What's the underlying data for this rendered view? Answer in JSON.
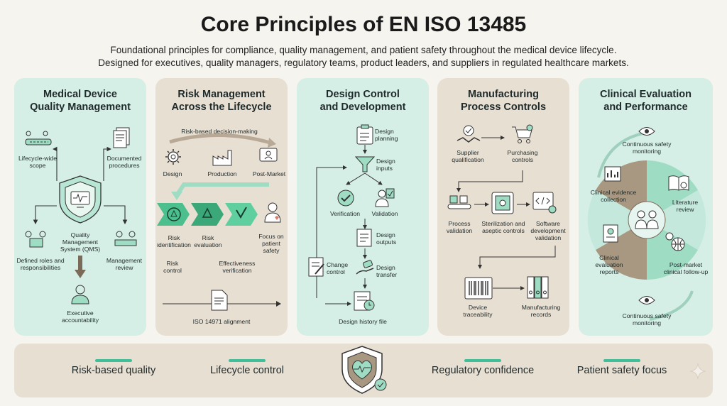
{
  "title": "Core Principles of EN ISO 13485",
  "subtitle": {
    "line1": "Foundational principles for compliance, quality management, and patient safety throughout the medical device lifecycle.",
    "line2": "Designed for executives, quality managers, regulatory teams, product leaders, and suppliers in regulated healthcare markets."
  },
  "colors": {
    "mint_panel": "#d6efe6",
    "tan_panel": "#e8dfd3",
    "accent": "#3fbf9a",
    "arrow": "#7a6a58"
  },
  "panels": [
    {
      "title_line1": "Medical Device",
      "title_line2": "Quality Management",
      "center_label": "Quality Management System (QMS)",
      "items": [
        "Lifecycle-wide scope",
        "Documented procedures",
        "Defined roles and responsibilities",
        "Management review",
        "Executive accountability"
      ]
    },
    {
      "title_line1": "Risk Management",
      "title_line2": "Across the Lifecycle",
      "banner": "Risk-based decision-making",
      "stages": [
        "Design",
        "Production",
        "Post-Market"
      ],
      "steps": [
        "Risk identification",
        "Risk evaluation",
        "Risk control",
        "Effectiveness verification",
        "Focus on patient safety"
      ],
      "alignment": "ISO 14971 alignment"
    },
    {
      "title_line1": "Design Control",
      "title_line2": "and Development",
      "items": [
        "Design planning",
        "Design inputs",
        "Verification",
        "Validation",
        "Design outputs",
        "Change control",
        "Design transfer",
        "Design history file"
      ]
    },
    {
      "title_line1": "Manufacturing",
      "title_line2": "Process Controls",
      "items": [
        "Supplier qualification",
        "Purchasing controls",
        "Process validation",
        "Sterilization and aseptic controls",
        "Software development validation",
        "Device traceability",
        "Manufacturing records"
      ]
    },
    {
      "title_line1": "Clinical Evaluation",
      "title_line2": "and Performance",
      "items": [
        "Continuous safety monitoring",
        "Clinical evidence collection",
        "Literature review",
        "Clinical evaluation reports",
        "Post-market clinical follow-up",
        "Continuous safety monitoring"
      ]
    }
  ],
  "footer": [
    "Risk-based quality",
    "Lifecycle control",
    "Regulatory confidence",
    "Patient safety focus"
  ]
}
